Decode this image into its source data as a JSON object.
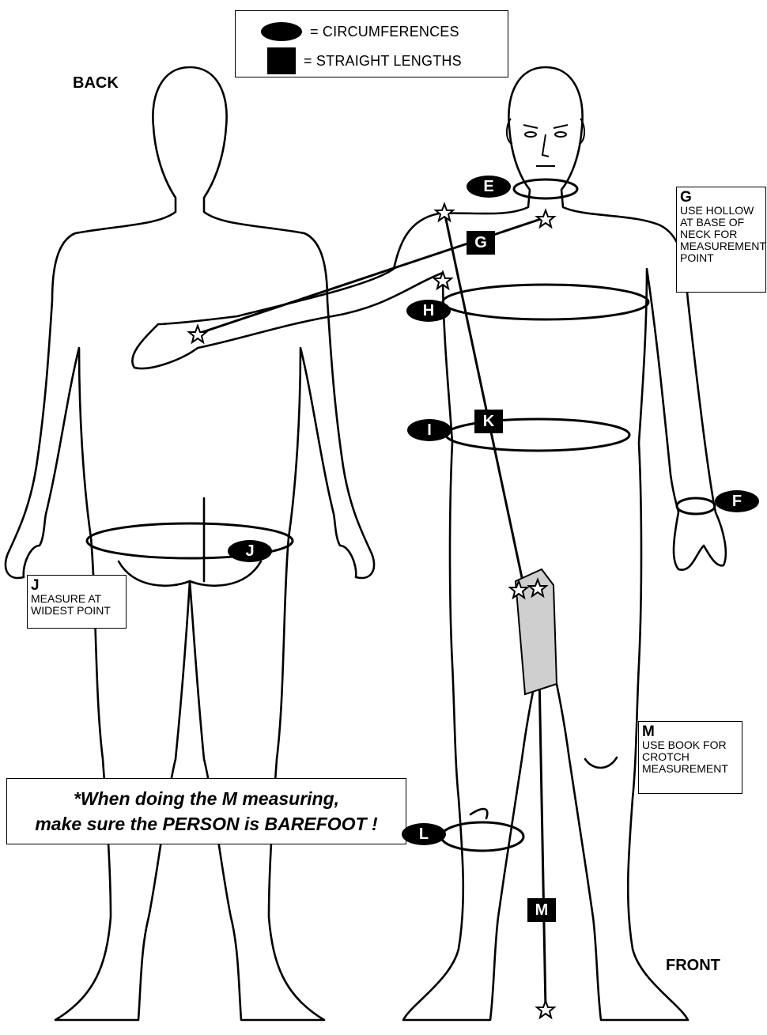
{
  "legend": {
    "circumferences_label": "= CIRCUMFERENCES",
    "straight_lengths_label": "= STRAIGHT LENGTHS"
  },
  "views": {
    "back": "BACK",
    "front": "FRONT"
  },
  "markers": {
    "E": "E",
    "F": "F",
    "G": "G",
    "H": "H",
    "I": "I",
    "J": "J",
    "K": "K",
    "L": "L",
    "M": "M"
  },
  "notes": {
    "g": {
      "title": "G",
      "text": "USE HOLLOW AT BASE OF NECK FOR MEASUREMENT POINT"
    },
    "j": {
      "title": "J",
      "text": "MEASURE AT WIDEST POINT"
    },
    "m": {
      "title": "M",
      "text": "USE BOOK FOR CROTCH MEASUREMENT"
    }
  },
  "warning": {
    "line1": "*When doing the M measuring,",
    "line2": "make sure the PERSON is BAREFOOT !"
  }
}
